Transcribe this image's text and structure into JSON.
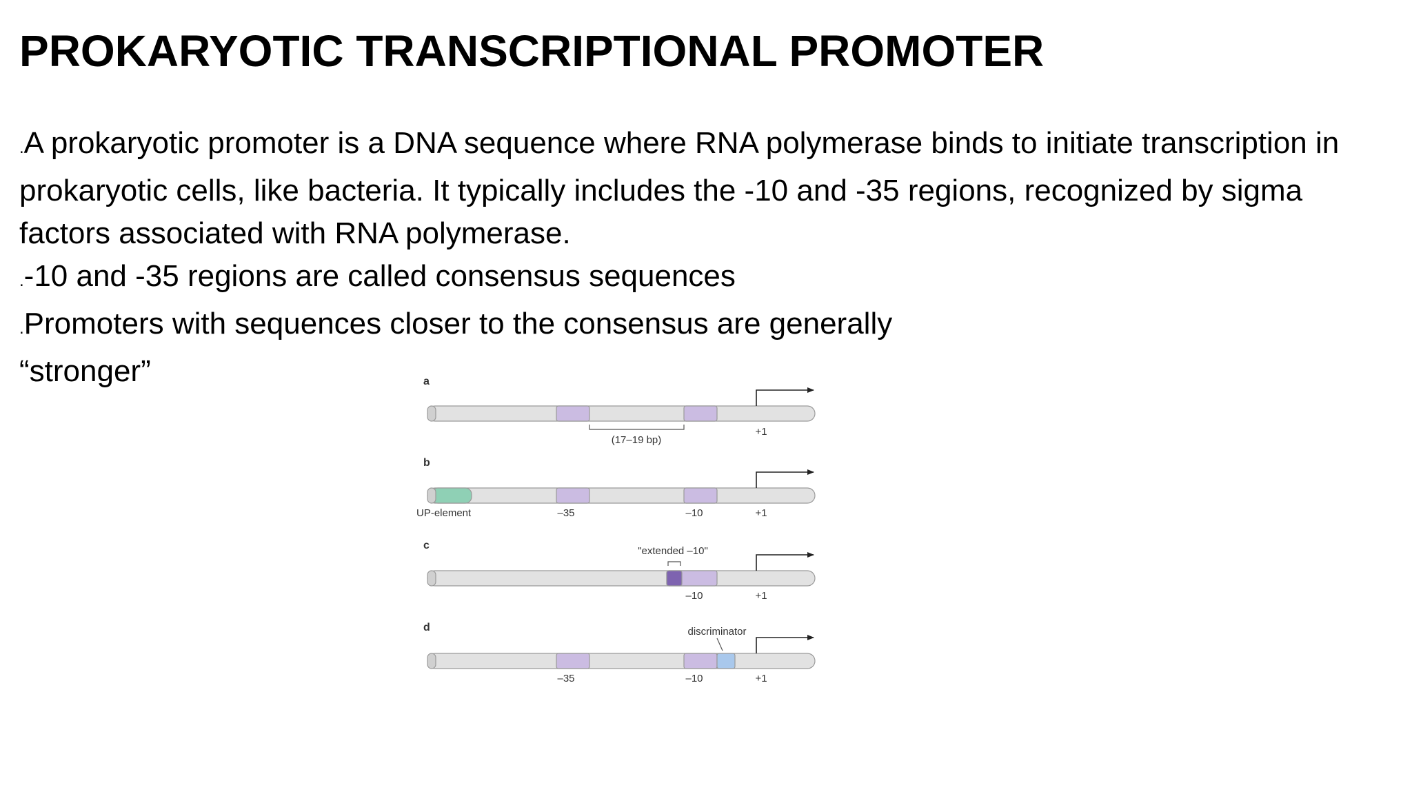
{
  "title": "PROKARYOTIC TRANSCRIPTIONAL PROMOTER",
  "bullet_char": ".",
  "paragraphs": [
    "A prokaryotic promoter is a DNA sequence where RNA polymerase binds to initiate transcription in prokaryotic cells, like bacteria. It typically includes the -10 and -35 regions, recognized by sigma factors associated with RNA polymerase.",
    "-10 and -35 regions are called consensus sequences",
    "Promoters with sequences closer to the consensus are generally"
  ],
  "continuation": "“stronger”",
  "figure": {
    "panels": [
      {
        "letter": "a",
        "spacing_label": "(17–19 bp)",
        "plus1": "+1"
      },
      {
        "letter": "b",
        "up_label": "UP-element",
        "m35": "–35",
        "m10": "–10",
        "plus1": "+1"
      },
      {
        "letter": "c",
        "ext_label": "\"extended –10\"",
        "m10": "–10",
        "plus1": "+1"
      },
      {
        "letter": "d",
        "disc_label": "discriminator",
        "m35": "–35",
        "m10": "–10",
        "plus1": "+1"
      }
    ],
    "colors": {
      "dna": "#e2e2e2",
      "dna_edge": "#9a9a9a",
      "box_purple": "#cbbce2",
      "box_purple_dark": "#7e63b0",
      "up_green": "#8fd0b5",
      "disc_blue": "#a9c8ec",
      "arrow": "#222222"
    }
  }
}
